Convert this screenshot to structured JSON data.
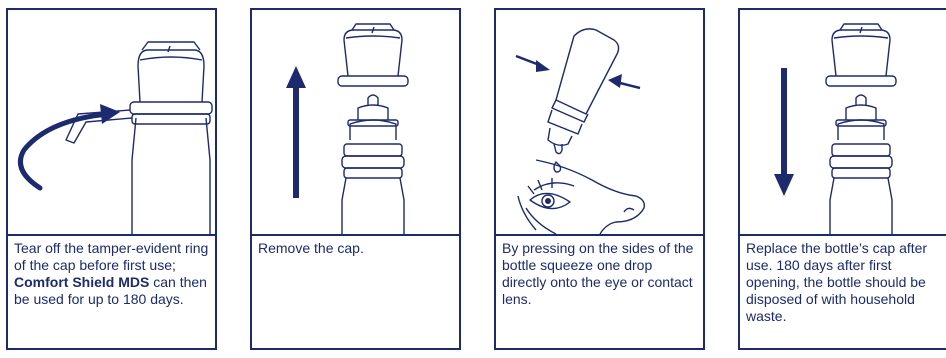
{
  "colors": {
    "ink": "#1d2a6e",
    "line": "#1d2a6e",
    "background": "#ffffff"
  },
  "steps": [
    {
      "illustration": "tear-off-tamper-ring",
      "caption_before": "Tear off the tamper-evident ring of the cap before first use; ",
      "brand": "Comfort Shield MDS",
      "caption_after": " can then be used for up to 180 days."
    },
    {
      "illustration": "remove-cap",
      "caption": "Remove the cap."
    },
    {
      "illustration": "squeeze-drop-onto-eye",
      "caption": "By pressing on the sides of the bottle squeeze one drop directly onto the eye or contact lens."
    },
    {
      "illustration": "replace-cap",
      "caption": "Replace the bottle’s cap after use. 180 days after first opening, the bottle should be disposed of with household waste."
    }
  ]
}
